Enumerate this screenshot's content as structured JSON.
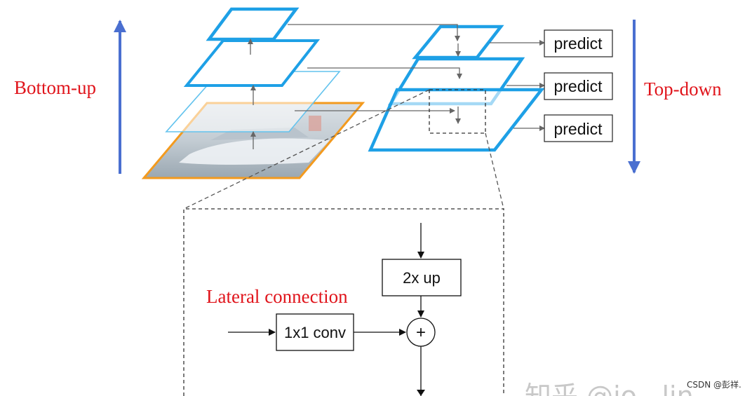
{
  "labels": {
    "bottom_up": "Bottom-up",
    "top_down": "Top-down",
    "lateral_connection": "Lateral connection"
  },
  "predict_boxes": [
    "predict",
    "predict",
    "predict"
  ],
  "detail": {
    "upsample_label": "2x up",
    "conv_label": "1x1 conv",
    "merge_symbol": "+"
  },
  "watermark": "知乎 @jo...lin...",
  "credit": "CSDN @彭祥.",
  "colors": {
    "pyramid_blue": "#1ea0e6",
    "thin_blue": "#63c3ee",
    "image_orange": "#f39a1e",
    "arrow_blue": "#4a6fd0",
    "label_red": "#e0141b"
  }
}
